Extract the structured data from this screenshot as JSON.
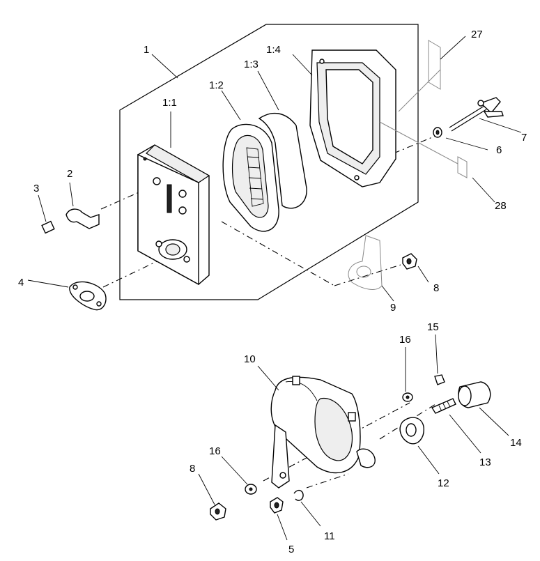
{
  "callouts": {
    "c1": "1",
    "c1_1": "1:1",
    "c1_2": "1:2",
    "c1_3": "1:3",
    "c1_4": "1:4",
    "c2": "2",
    "c3": "3",
    "c4": "4",
    "c5": "5",
    "c6": "6",
    "c7": "7",
    "c8a": "8",
    "c8b": "8",
    "c9": "9",
    "c10": "10",
    "c11": "11",
    "c12": "12",
    "c13": "13",
    "c14": "14",
    "c15": "15",
    "c16a": "16",
    "c16b": "16",
    "c27": "27",
    "c28": "28"
  }
}
